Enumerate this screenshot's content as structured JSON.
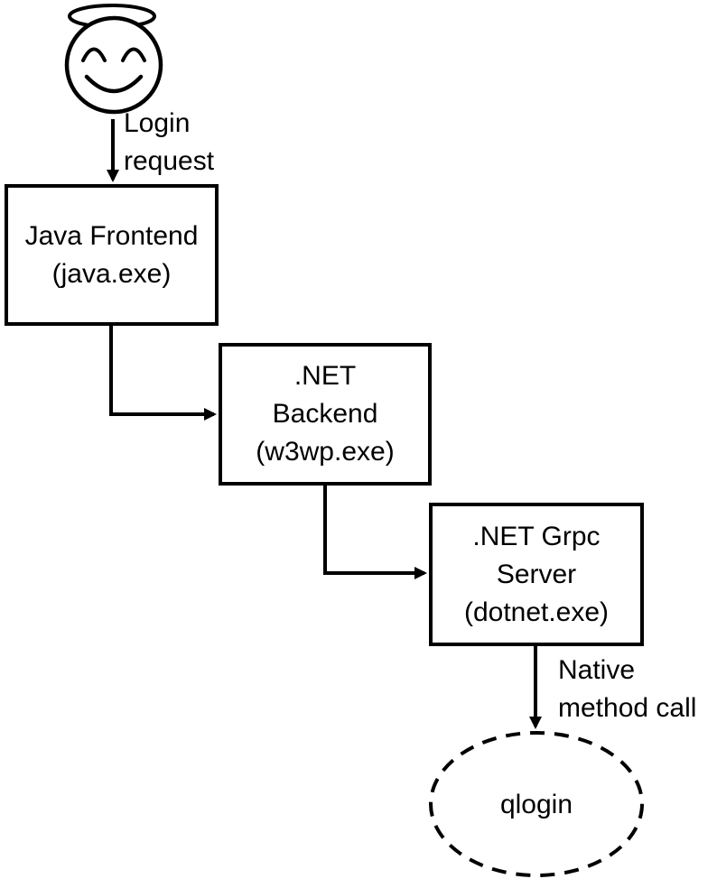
{
  "diagram": {
    "background_color": "#ffffff",
    "stroke_color": "#000000",
    "text_color": "#000000",
    "actor": {
      "icon": "angel-smiley-face-icon"
    },
    "nodes": {
      "frontend": {
        "lines": [
          "Java Frontend",
          "(java.exe)"
        ]
      },
      "backend": {
        "lines": [
          ".NET",
          "Backend",
          "(w3wp.exe)"
        ]
      },
      "grpc": {
        "lines": [
          ".NET Grpc",
          "Server",
          "(dotnet.exe)"
        ]
      },
      "qlogin": {
        "label": "qlogin"
      }
    },
    "edges": {
      "login": {
        "lines": [
          "Login",
          "request"
        ]
      },
      "native": {
        "lines": [
          "Native",
          "method call"
        ]
      }
    }
  }
}
